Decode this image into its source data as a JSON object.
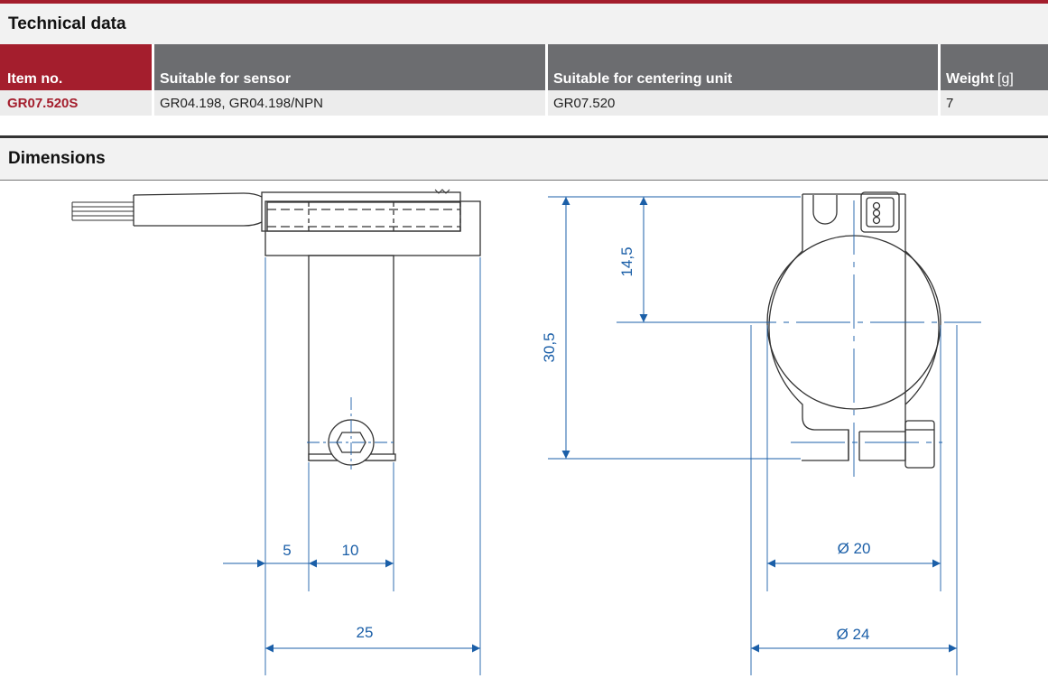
{
  "technical_data": {
    "title": "Technical data",
    "columns": [
      "Item no.",
      "Suitable for sensor",
      "Suitable for centering unit",
      "Weight"
    ],
    "weight_unit": "[g]",
    "rows": [
      [
        "GR07.520S",
        "GR04.198, GR04.198/NPN",
        "GR07.520",
        "7"
      ]
    ]
  },
  "dimensions": {
    "title": "Dimensions",
    "labels": {
      "w5": "5",
      "w10": "10",
      "w25": "25",
      "h14_5": "14,5",
      "h30_5": "30,5",
      "d20": "Ø 20",
      "d24": "Ø 24"
    }
  },
  "colors": {
    "accent": "#a41e2d",
    "header_gray": "#6c6d70",
    "dimension_blue": "#1b5fa8"
  }
}
